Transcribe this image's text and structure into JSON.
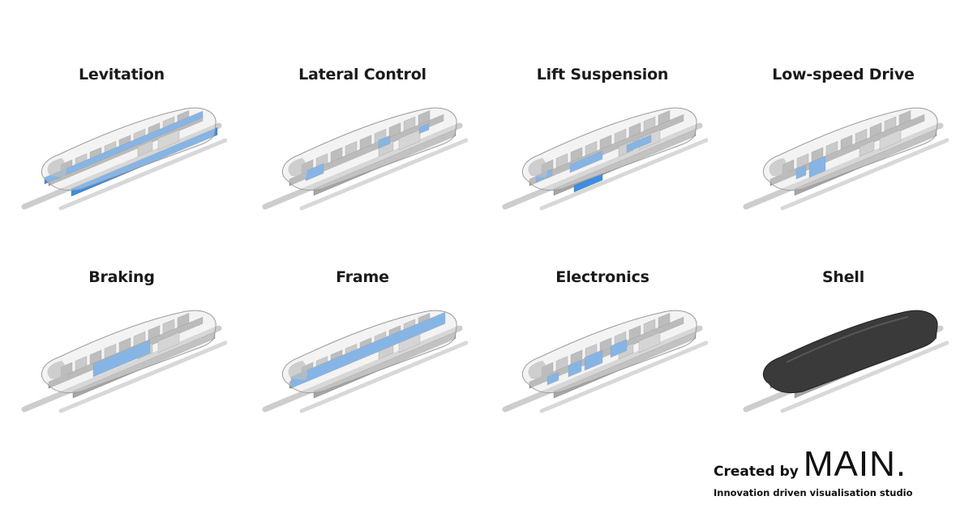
{
  "panels": [
    {
      "title": "Levitation",
      "highlight": "levitation",
      "shell": "clear"
    },
    {
      "title": "Lateral Control",
      "highlight": "lateral",
      "shell": "clear"
    },
    {
      "title": "Lift Suspension",
      "highlight": "suspension",
      "shell": "clear"
    },
    {
      "title": "Low-speed Drive",
      "highlight": "drive",
      "shell": "clear"
    },
    {
      "title": "Braking",
      "highlight": "braking",
      "shell": "clear"
    },
    {
      "title": "Frame",
      "highlight": "frame",
      "shell": "clear"
    },
    {
      "title": "Electronics",
      "highlight": "electronics",
      "shell": "clear"
    },
    {
      "title": "Shell",
      "highlight": "none",
      "shell": "dark"
    }
  ],
  "credit": {
    "prefix": "Created by",
    "brand": "MAIN.",
    "tagline": "Innovation driven visualisation studio"
  },
  "colors": {
    "highlight": "#3a8ee6",
    "shell_dark": "#3a3a3a",
    "rail": "#b9b9b9",
    "frame": "#8f8f8f"
  }
}
